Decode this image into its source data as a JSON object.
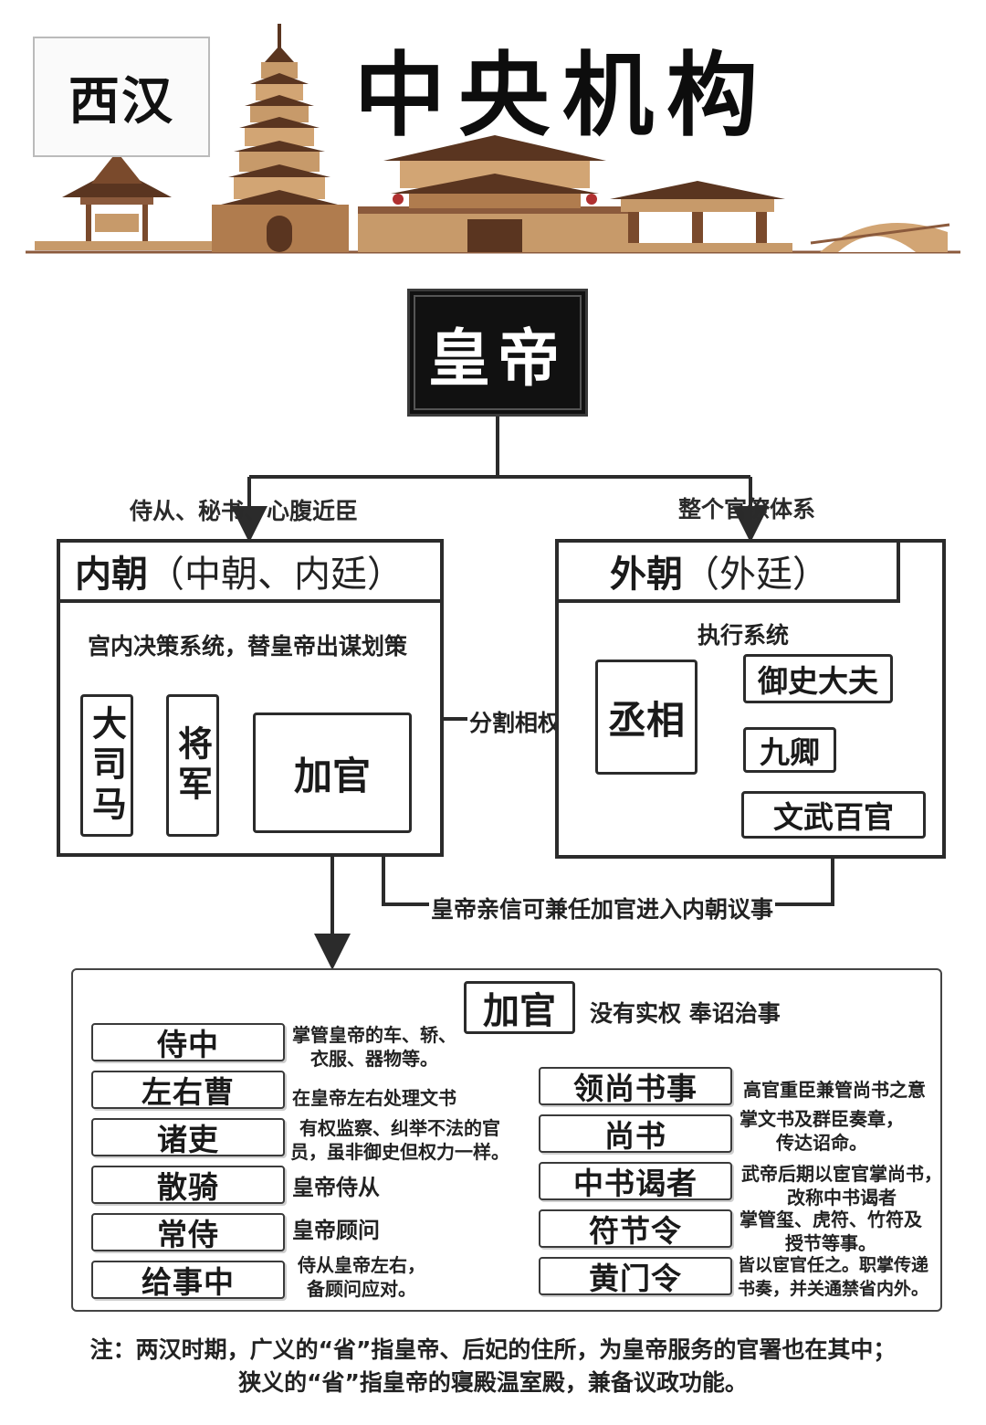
{
  "banner": {
    "era": "西汉",
    "title": "中央机构"
  },
  "emperor": {
    "label": "皇帝"
  },
  "branches": {
    "inner_label": "侍从、秘书、心腹近臣",
    "outer_label": "整个官僚体系"
  },
  "inner_court": {
    "title": "内朝",
    "alias": "（中朝、内廷）",
    "description": "宫内决策系统，替皇帝出谋划策",
    "units": [
      "大司马",
      "将军",
      "加官"
    ]
  },
  "outer_court": {
    "title": "外朝",
    "alias": "（外廷）",
    "description": "执行系统",
    "units": {
      "chancellor": "丞相",
      "censor": "御史大夫",
      "ministers": "九卿",
      "officials": "文武百官"
    }
  },
  "connectors": {
    "split_power": "分割相权",
    "concurrent": "皇帝亲信可兼任加官进入内朝议事"
  },
  "added_offices": {
    "title": "加官",
    "subtitle": "没有实权 奉诏治事",
    "left": [
      {
        "name": "侍中",
        "desc": "掌管皇帝的车、轿、\n衣服、器物等。"
      },
      {
        "name": "左右曹",
        "desc": "在皇帝左右处理文书"
      },
      {
        "name": "诸吏",
        "desc": "有权监察、纠举不法的官\n员，虽非御史但权力一样。"
      },
      {
        "name": "散骑",
        "desc": "皇帝侍从"
      },
      {
        "name": "常侍",
        "desc": "皇帝顾问"
      },
      {
        "name": "给事中",
        "desc": "侍从皇帝左右，\n备顾问应对。"
      }
    ],
    "right": [
      {
        "name": "领尚书事",
        "desc": "高官重臣兼管尚书之意"
      },
      {
        "name": "尚书",
        "desc": "掌文书及群臣奏章，\n传达诏命。"
      },
      {
        "name": "中书谒者",
        "desc": "武帝后期以宦官掌尚书，\n改称中书谒者"
      },
      {
        "name": "符节令",
        "desc": "掌管玺、虎符、竹符及\n授节等事。"
      },
      {
        "name": "黄门令",
        "desc": "皆以宦官任之。职掌传递\n书奏，并关通禁省内外。"
      }
    ]
  },
  "note": {
    "line1": "注：两汉时期，广义的“省”指皇帝、后妃的住所，为皇帝服务的官署也在其中；",
    "line2": "狭义的“省”指皇帝的寝殿温室殿，兼备议政功能。"
  },
  "colors": {
    "brown": "#8b5a3c",
    "dark_brown": "#5a3520",
    "tan": "#c79a6a",
    "ink": "#111111"
  }
}
